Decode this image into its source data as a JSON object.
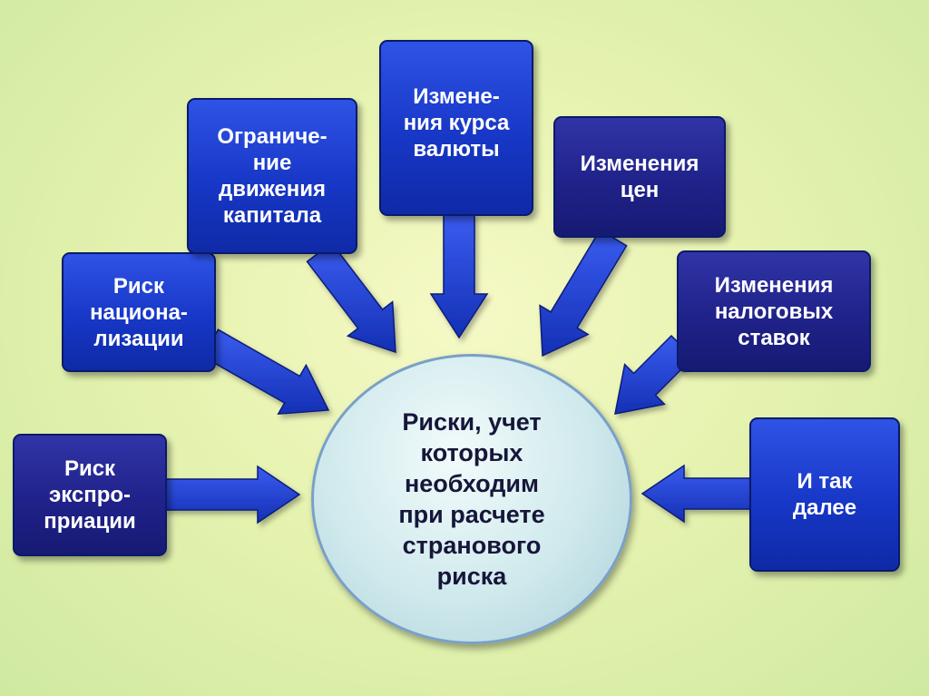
{
  "diagram": {
    "center": {
      "label": "Риски, учет\nкоторых\nнеобходим\nпри расчете\nстранового\nриска"
    },
    "nodes": [
      {
        "id": "risk-expropriation",
        "label": "Риск\nэкспро-\nприации",
        "style": "dark"
      },
      {
        "id": "risk-nationalization",
        "label": "Риск\nнациона-\nлизации",
        "style": "bright"
      },
      {
        "id": "capital-movement-restriction",
        "label": "Ограниче-\nние\nдвижения\nкапитала",
        "style": "bright"
      },
      {
        "id": "currency-rate-change",
        "label": "Измене-\nния курса\nвалюты",
        "style": "bright"
      },
      {
        "id": "price-change",
        "label": "Изменения\nцен",
        "style": "dark"
      },
      {
        "id": "tax-rate-change",
        "label": "Изменения\nналоговых\nставок",
        "style": "dark"
      },
      {
        "id": "and-so-on",
        "label": "И так\nдалее",
        "style": "bright"
      }
    ]
  },
  "colors": {
    "arrow_fill": "#1e3fd0",
    "arrow_stroke": "#0b1c78",
    "box_bright": "#1d3fd6",
    "box_dark": "#222790"
  }
}
